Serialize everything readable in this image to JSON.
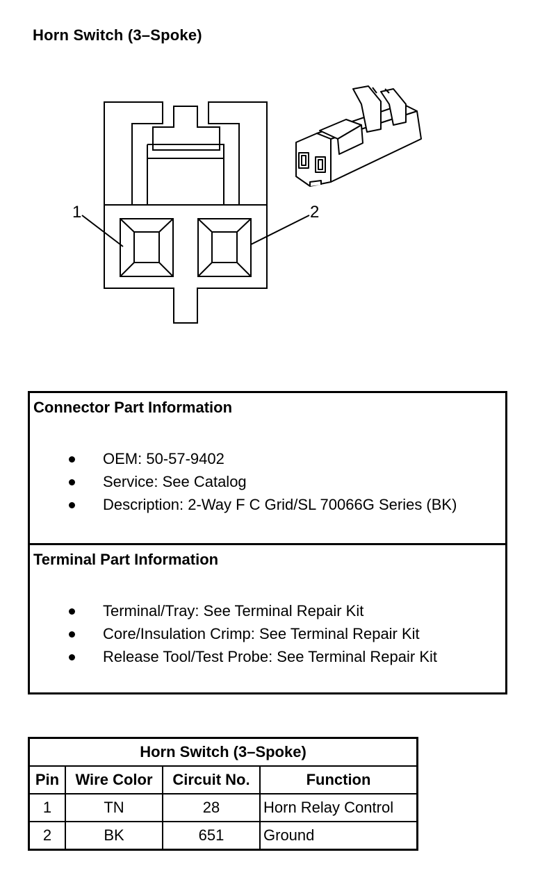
{
  "title": "Horn Switch (3–Spoke)",
  "diagram": {
    "pin_labels": [
      "1",
      "2"
    ]
  },
  "connector_info": {
    "heading": "Connector Part Information",
    "items": [
      "OEM: 50-57-9402",
      "Service: See Catalog",
      "Description: 2-Way F C Grid/SL 70066G Series (BK)"
    ]
  },
  "terminal_info": {
    "heading": "Terminal Part Information",
    "items": [
      "Terminal/Tray: See Terminal Repair Kit",
      "Core/Insulation Crimp: See Terminal Repair Kit",
      "Release Tool/Test Probe: See Terminal Repair Kit"
    ]
  },
  "pin_table": {
    "caption": "Horn Switch (3–Spoke)",
    "headers": [
      "Pin",
      "Wire Color",
      "Circuit No.",
      "Function"
    ],
    "rows": [
      [
        "1",
        "TN",
        "28",
        "Horn Relay Control"
      ],
      [
        "2",
        "BK",
        "651",
        "Ground"
      ]
    ]
  }
}
